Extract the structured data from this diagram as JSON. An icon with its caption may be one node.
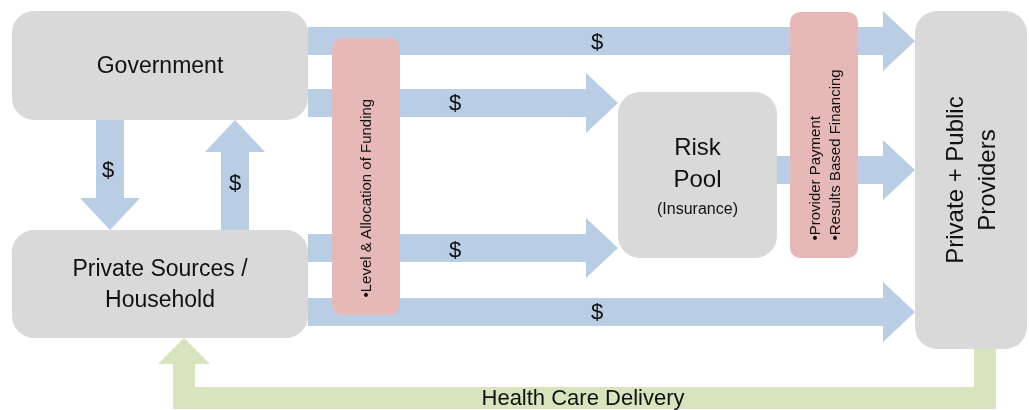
{
  "diagram": {
    "nodes": [
      {
        "text": [
          "Government"
        ]
      },
      {
        "text": [
          "Private Sources / Household"
        ]
      },
      {
        "text": [
          "Risk Pool",
          "(Insurance)"
        ]
      },
      {
        "text": [
          "Private + Public Providers"
        ]
      },
      {
        "text": [
          "•Level & Allocation of Funding"
        ]
      },
      {
        "text": [
          "•Provider Payment",
          "•Results Based Financing"
        ]
      }
    ],
    "edges": [
      {
        "from": 0,
        "to": 3,
        "arrow": "to",
        "label": "$"
      },
      {
        "from": 0,
        "to": 2,
        "arrow": "to",
        "label": "$"
      },
      {
        "from": 0,
        "to": 1,
        "arrow": "to",
        "label": "$"
      },
      {
        "from": 1,
        "to": 0,
        "arrow": "to",
        "label": "$"
      },
      {
        "from": 1,
        "to": 2,
        "arrow": "to",
        "label": "$"
      },
      {
        "from": 1,
        "to": 3,
        "arrow": "to",
        "label": "$"
      },
      {
        "from": 2,
        "to": 3,
        "arrow": "to"
      },
      {
        "from": 3,
        "to": 1,
        "arrow": "to",
        "label": "Health Care Delivery",
        "color": "#d7e4bd"
      }
    ]
  }
}
